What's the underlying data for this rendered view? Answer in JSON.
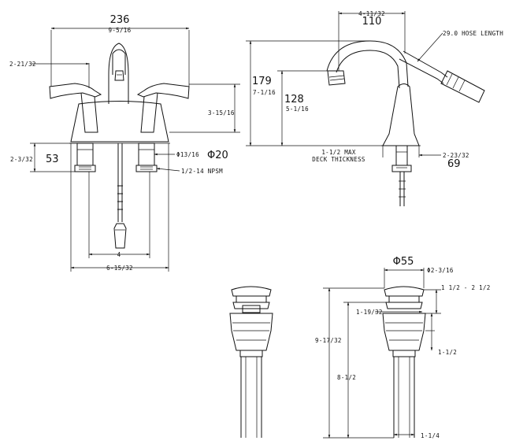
{
  "faucet_front": {
    "width_mm": "236",
    "width_in": "9-5/16",
    "handle_reach": "2-21/32",
    "handle_height": "3-15/16",
    "shank_mm": "53",
    "shank_in": "2-3/32",
    "supply_diameter_mm": "Φ20",
    "supply_diameter_in": "Φ13/16",
    "thread": "1/2-14 NPSM",
    "center_spacing": "4",
    "overall_base": "6-15/32"
  },
  "faucet_side": {
    "spout_reach_in": "4-11/32",
    "spout_reach_mm": "110",
    "hose_length": "29.0 HOSE LENGTH",
    "height_mm": "179",
    "height_in": "7-1/16",
    "spout_height_mm": "128",
    "spout_height_in": "5-1/16",
    "deck_thickness_line1": "1-1/2 MAX",
    "deck_thickness_line2": "DECK THICKNESS",
    "base_depth_in": "2-23/32",
    "base_depth_mm": "69"
  },
  "drain": {
    "cap_diameter_mm": "Φ55",
    "cap_diameter_in": "Φ2-3/16",
    "adjust_range": "1 1/2 - 2 1/2",
    "collar": "1-19/32",
    "total_length": "9-17/32",
    "tail_length": "8-1/2",
    "body_dia": "1-1/2",
    "tail_dia": "1-1/4"
  }
}
